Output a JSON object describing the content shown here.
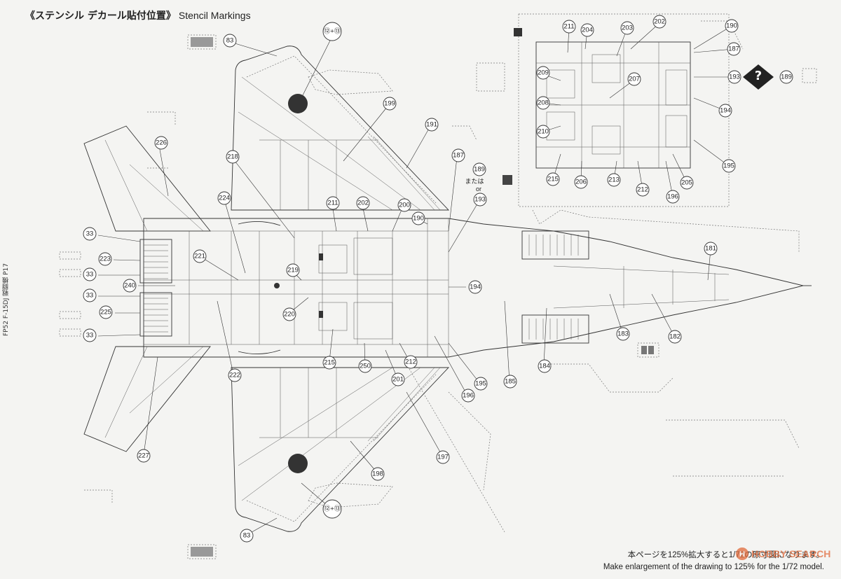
{
  "title": {
    "ja": "《ステンシル デカール貼付位置》",
    "en": "Stencil Markings"
  },
  "side_label": "FP52 F-15DJ 戦闘機 P17",
  "alternative": {
    "ja": "または",
    "en": "or"
  },
  "footer": {
    "line_ja": "本ページを125%拡大すると1/72の原寸図になります。",
    "line_en": "Make enlargement of the drawing to 125% for the 1/72 model."
  },
  "watermark": "HOBBY SEARCH",
  "callouts": [
    {
      "id": "c12a",
      "label": "⑫+⑬"
    },
    {
      "id": "c83a",
      "label": "83"
    },
    {
      "id": "c199",
      "label": "199"
    },
    {
      "id": "c191",
      "label": "191"
    },
    {
      "id": "c187a",
      "label": "187"
    },
    {
      "id": "c189a",
      "label": "189"
    },
    {
      "id": "c193a",
      "label": "193"
    },
    {
      "id": "c226",
      "label": "226"
    },
    {
      "id": "c218",
      "label": "218"
    },
    {
      "id": "c224",
      "label": "224"
    },
    {
      "id": "c211a",
      "label": "211"
    },
    {
      "id": "c202a",
      "label": "202"
    },
    {
      "id": "c200",
      "label": "200"
    },
    {
      "id": "c190a",
      "label": "190"
    },
    {
      "id": "c33a",
      "label": "33"
    },
    {
      "id": "c223",
      "label": "223"
    },
    {
      "id": "c221",
      "label": "221"
    },
    {
      "id": "c33b",
      "label": "33"
    },
    {
      "id": "c240",
      "label": "240"
    },
    {
      "id": "c33c",
      "label": "33"
    },
    {
      "id": "c225",
      "label": "225"
    },
    {
      "id": "c33d",
      "label": "33"
    },
    {
      "id": "c219",
      "label": "219"
    },
    {
      "id": "c220",
      "label": "220"
    },
    {
      "id": "c194a",
      "label": "194"
    },
    {
      "id": "c181",
      "label": "181"
    },
    {
      "id": "c222",
      "label": "222"
    },
    {
      "id": "c215a",
      "label": "215"
    },
    {
      "id": "c250",
      "label": "250"
    },
    {
      "id": "c212a",
      "label": "212"
    },
    {
      "id": "c201",
      "label": "201"
    },
    {
      "id": "c195a",
      "label": "195"
    },
    {
      "id": "c196a",
      "label": "196"
    },
    {
      "id": "c185",
      "label": "185"
    },
    {
      "id": "c184",
      "label": "184"
    },
    {
      "id": "c183",
      "label": "183"
    },
    {
      "id": "c182",
      "label": "182"
    },
    {
      "id": "c227",
      "label": "227"
    },
    {
      "id": "c197",
      "label": "197"
    },
    {
      "id": "c198",
      "label": "198"
    },
    {
      "id": "c12b",
      "label": "⑫+⑬"
    },
    {
      "id": "c83b",
      "label": "83"
    },
    {
      "id": "i211",
      "label": "211"
    },
    {
      "id": "i204",
      "label": "204"
    },
    {
      "id": "i203",
      "label": "203"
    },
    {
      "id": "i202",
      "label": "202"
    },
    {
      "id": "i190",
      "label": "190"
    },
    {
      "id": "i187",
      "label": "187"
    },
    {
      "id": "i193",
      "label": "193"
    },
    {
      "id": "i189",
      "label": "189"
    },
    {
      "id": "i209",
      "label": "209"
    },
    {
      "id": "i207",
      "label": "207"
    },
    {
      "id": "i208",
      "label": "208"
    },
    {
      "id": "i194",
      "label": "194"
    },
    {
      "id": "i210",
      "label": "210"
    },
    {
      "id": "i195",
      "label": "195"
    },
    {
      "id": "i215",
      "label": "215"
    },
    {
      "id": "i206",
      "label": "206"
    },
    {
      "id": "i213",
      "label": "213"
    },
    {
      "id": "i212",
      "label": "212"
    },
    {
      "id": "i196",
      "label": "196"
    },
    {
      "id": "i205",
      "label": "205"
    }
  ]
}
